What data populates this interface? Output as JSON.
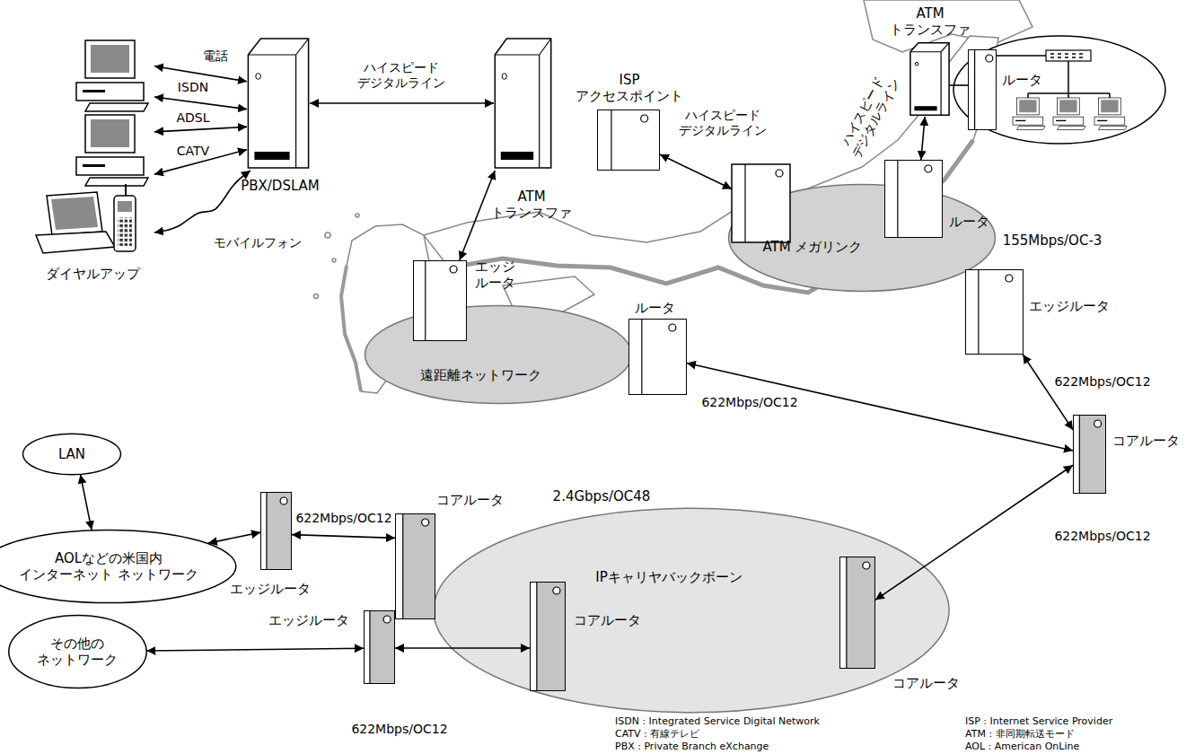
{
  "diagram": {
    "nodes": [
      {
        "text": [
          "ダイヤルアップ"
        ]
      },
      {
        "text": [
          "PBX/DSLAM"
        ]
      },
      {
        "text": [
          "ATM トランスファ"
        ]
      },
      {
        "text": [
          "ISP アクセスポイント"
        ]
      },
      {
        "text": [
          "エッジルータ"
        ]
      },
      {
        "text": [
          "遠距離ネットワーク"
        ]
      },
      {
        "text": [
          "ルータ"
        ]
      },
      {
        "text": [
          "ATM メガリンク",
          "155Mbps/OC-3"
        ]
      },
      {
        "text": [
          "ATM トランスファ"
        ]
      },
      {
        "text": [
          "ルータ"
        ]
      },
      {
        "text": [
          "ルータ"
        ]
      },
      {
        "text": [
          "エッジルータ"
        ]
      },
      {
        "text": [
          "コアルータ"
        ]
      },
      {
        "text": [
          "IPキャリヤバックボーン",
          "2.4Gbps/OC48"
        ]
      },
      {
        "text": [
          "コアルータ"
        ]
      },
      {
        "text": [
          "コアルータ"
        ]
      },
      {
        "text": [
          "コアルータ"
        ]
      },
      {
        "text": [
          "エッジルータ"
        ]
      },
      {
        "text": [
          "LAN"
        ]
      },
      {
        "text": [
          "AOLなどの米国内 インターネット ネットワーク"
        ]
      },
      {
        "text": [
          "エッジルータ"
        ]
      },
      {
        "text": [
          "その他の ネットワーク"
        ]
      }
    ],
    "edges": [
      {
        "from": 0,
        "to": 1,
        "arrow": "both",
        "label": "電話"
      },
      {
        "from": 0,
        "to": 1,
        "arrow": "both",
        "label": "ISDN"
      },
      {
        "from": 0,
        "to": 1,
        "arrow": "both",
        "label": "ADSL"
      },
      {
        "from": 0,
        "to": 1,
        "arrow": "both",
        "label": "CATV"
      },
      {
        "from": 0,
        "to": 1,
        "arrow": "both",
        "label": "モバイルフォン"
      },
      {
        "from": 1,
        "to": 2,
        "arrow": "both",
        "label": "ハイスピード デジタルライン"
      },
      {
        "from": 2,
        "to": 4,
        "arrow": "both"
      },
      {
        "from": 3,
        "to": 7,
        "arrow": "both",
        "label": "ハイスピード デジタルライン"
      },
      {
        "from": 8,
        "to": 10,
        "arrow": "both",
        "label": "ハイスピード デジタルライン"
      },
      {
        "from": 8,
        "to": 9,
        "arrow": "none"
      },
      {
        "from": 6,
        "to": 12,
        "arrow": "both",
        "label": "622Mbps/OC12"
      },
      {
        "from": 11,
        "to": 12,
        "arrow": "both",
        "label": "622Mbps/OC12"
      },
      {
        "from": 12,
        "to": 16,
        "arrow": "both",
        "label": "622Mbps/OC12"
      },
      {
        "from": 17,
        "to": 14,
        "arrow": "both",
        "label": "622Mbps/OC12"
      },
      {
        "from": 20,
        "to": 15,
        "arrow": "both",
        "label": "622Mbps/OC12"
      },
      {
        "from": 18,
        "to": 19,
        "arrow": "both"
      },
      {
        "from": 19,
        "to": 17,
        "arrow": "both"
      },
      {
        "from": 21,
        "to": 20,
        "arrow": "both"
      }
    ],
    "labels": [
      "ISDN : Integrated Service Digital Network",
      "CATV : 有線テレビ",
      "PBX : Private Branch eXchange",
      "ISP : Internet Service Provider",
      "ATM : 非同期転送モード",
      "AOL : American OnLine"
    ]
  }
}
